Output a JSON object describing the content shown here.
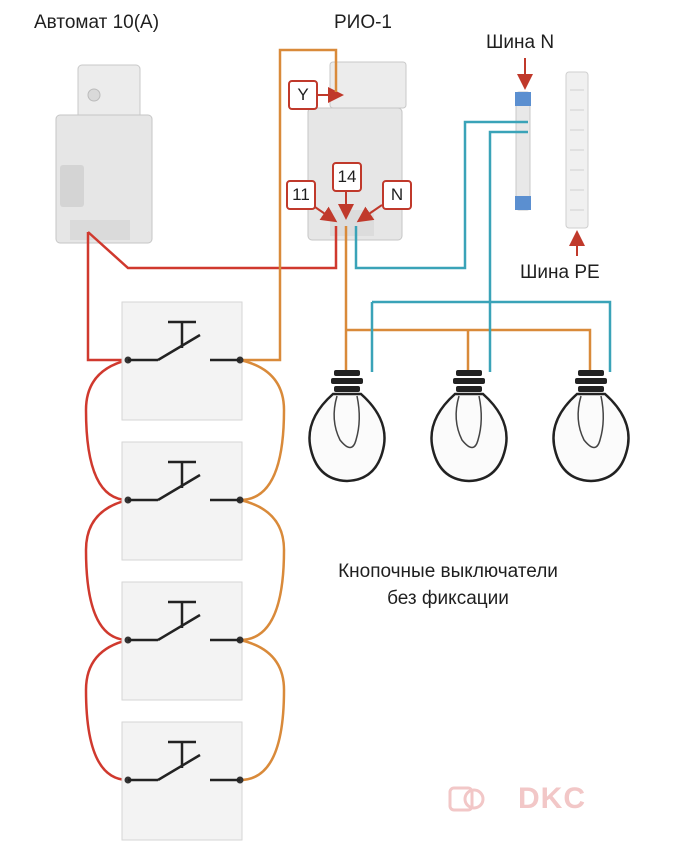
{
  "labels": {
    "breaker": "Автомат 10(А)",
    "relay": "РИО-1",
    "bus_n": "Шина N",
    "bus_pe": "Шина PE"
  },
  "terminals": {
    "y": "Y",
    "t11": "11",
    "t14": "14",
    "n": "N"
  },
  "caption": {
    "line1": "Кнопочные выключатели",
    "line2": "без фиксации"
  },
  "logo": "DKC",
  "colors": {
    "phase": "#d0392e",
    "switched": "#d98a3a",
    "neutral": "#3aa3b8",
    "arrow": "#c0392b"
  },
  "counts": {
    "buttons": 4,
    "lamps": 3
  }
}
